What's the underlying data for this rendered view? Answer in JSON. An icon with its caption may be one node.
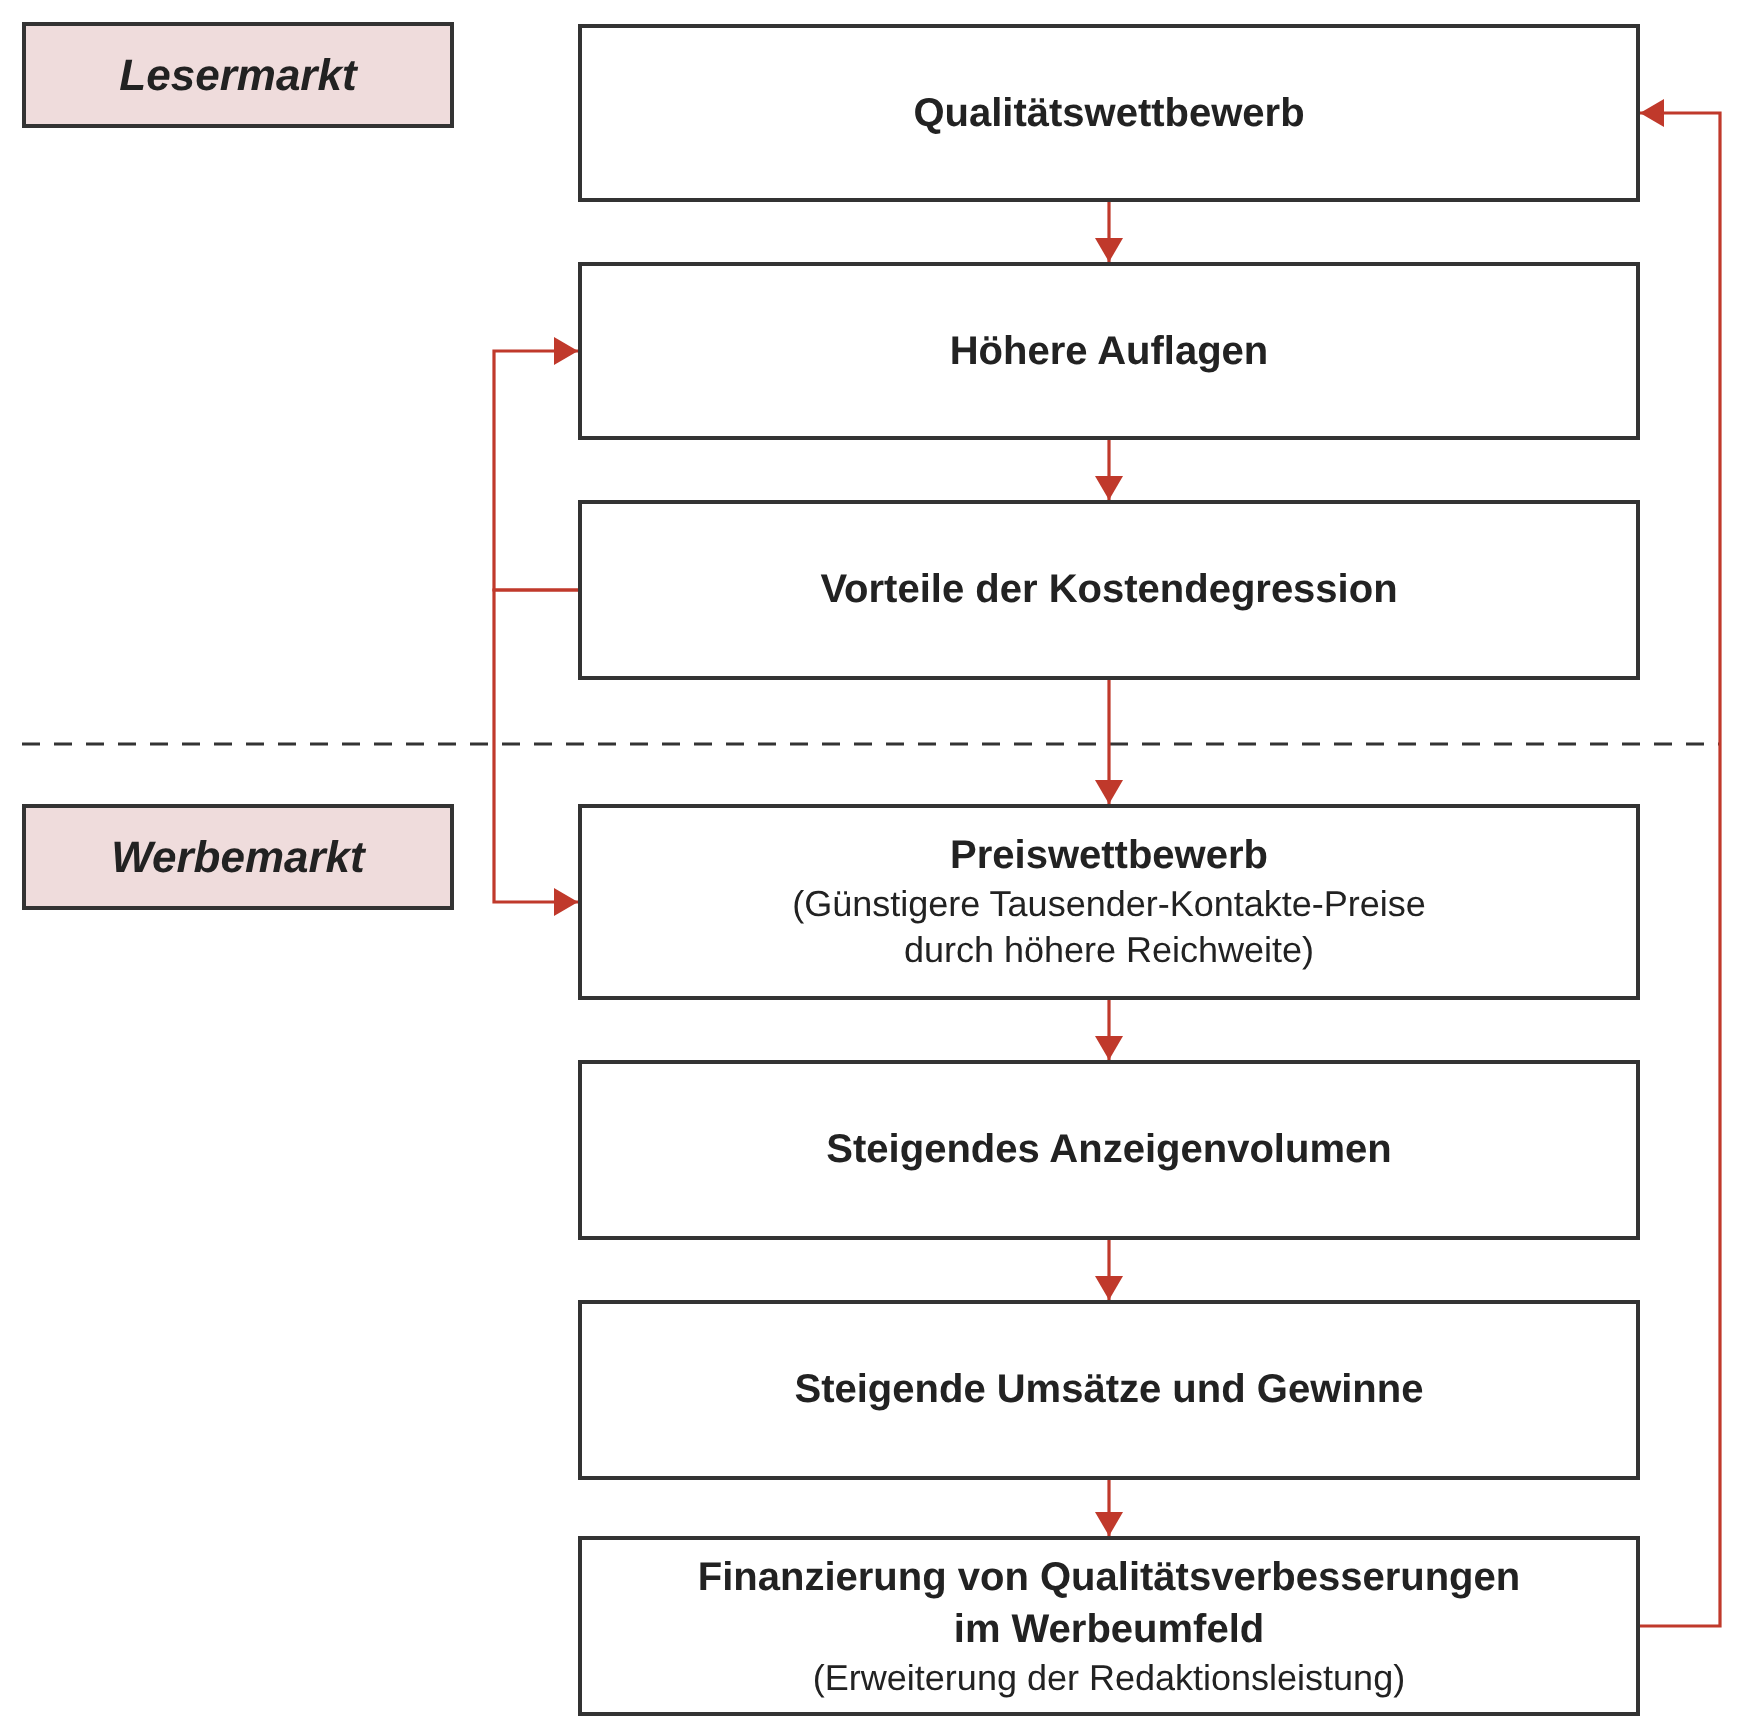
{
  "diagram": {
    "nodes": [
      {
        "text": [
          "Lesermarkt"
        ]
      },
      {
        "text": [
          "Qualitätswettbewerb"
        ]
      },
      {
        "text": [
          "Höhere Auflagen"
        ]
      },
      {
        "text": [
          "Vorteile der Kostendegression"
        ]
      },
      {
        "text": [
          "Werbemarkt"
        ]
      },
      {
        "text": [
          "Preiswettbewerb",
          "(Günstigere Tausender-Kontakte-Preise durch höhere Reichweite)"
        ]
      },
      {
        "text": [
          "Steigendes Anzeigenvolumen"
        ]
      },
      {
        "text": [
          "Steigende Umsätze und Gewinne"
        ]
      },
      {
        "text": [
          "Finanzierung von Qualitätsverbesserungen im Werbeumfeld",
          "(Erweiterung der Redaktionsleistung)"
        ]
      }
    ],
    "edges": [
      {
        "from": 1,
        "to": 2,
        "arrow": "to"
      },
      {
        "from": 2,
        "to": 3,
        "arrow": "to"
      },
      {
        "from": 3,
        "to": 5,
        "arrow": "to"
      },
      {
        "from": 3,
        "to": 2,
        "arrow": "to"
      },
      {
        "from": 3,
        "to": 5,
        "arrow": "to"
      },
      {
        "from": 5,
        "to": 6,
        "arrow": "to"
      },
      {
        "from": 6,
        "to": 7,
        "arrow": "to"
      },
      {
        "from": 7,
        "to": 8,
        "arrow": "to"
      },
      {
        "from": 8,
        "to": 1,
        "arrow": "to"
      }
    ]
  }
}
